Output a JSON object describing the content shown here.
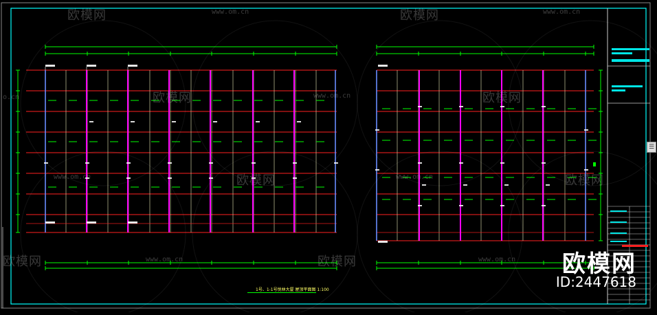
{
  "brand": {
    "name": "欧模网",
    "id_text": "ID:2447618"
  },
  "watermark": {
    "text": "欧模网",
    "url": "www.om.cn",
    "url_short": "o.cn"
  },
  "drawing": {
    "title": "1号、1-1号悦林大厦 屋顶平面图 1:100",
    "bg_color": "#000000",
    "frame_color": "#00ffff",
    "axis_color": "#ff2020",
    "grid_color": "#e0e0b0",
    "beam_color": "#ff00ff",
    "dim_color": "#00ff00",
    "label_color": "#ffffff"
  },
  "side_handle": {
    "icon": "bookmark-icon"
  }
}
